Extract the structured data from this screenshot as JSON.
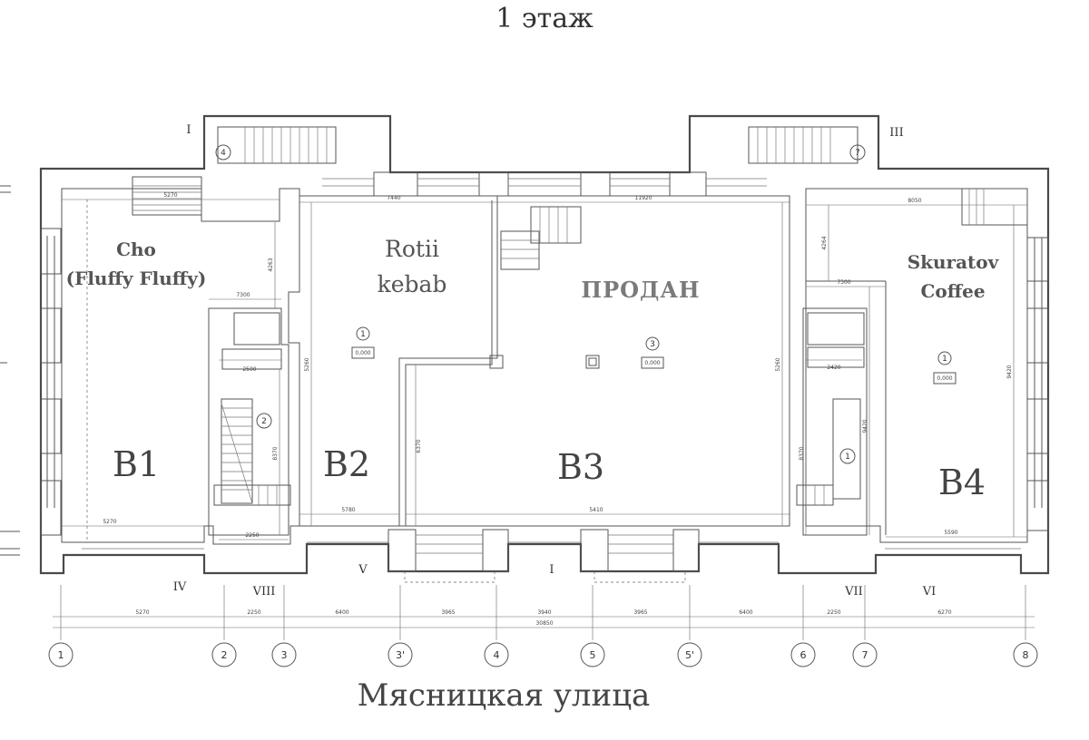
{
  "floor_title": "1 этаж",
  "street_name": "Мясницкая улица",
  "units": [
    {
      "id": "B1",
      "tenant": [
        "Cho",
        "(Fluffy Fluffy)"
      ]
    },
    {
      "id": "B2",
      "tenant": [
        "Rotii",
        "kebab"
      ]
    },
    {
      "id": "B3",
      "tenant": [
        "ПРОДАН"
      ]
    },
    {
      "id": "B4",
      "tenant": [
        "Skuratov",
        "Coffee"
      ]
    }
  ],
  "axes": [
    "1",
    "2",
    "3",
    "3'",
    "4",
    "5",
    "5'",
    "6",
    "7",
    "8"
  ],
  "section_marks": [
    "I",
    "III",
    "IV",
    "VIII",
    "V",
    "I",
    "VII",
    "VI"
  ],
  "room_markers": [
    "1",
    "2",
    "3",
    "1",
    "4",
    "7",
    "1"
  ],
  "level_labels": [
    "0,000",
    "0,000",
    "0,000"
  ],
  "overall_dimension": "30850",
  "bay_dimensions": [
    "5270",
    "2250",
    "6400",
    "3965",
    "3940",
    "3965",
    "6400",
    "2250",
    "6270"
  ],
  "room_dimensions": [
    "5270",
    "7440",
    "11920",
    "8050",
    "5780",
    "5410",
    "5590",
    "2500",
    "2250",
    "2420",
    "7300",
    "5260",
    "6370",
    "4263",
    "4264",
    "9420",
    "8370"
  ]
}
